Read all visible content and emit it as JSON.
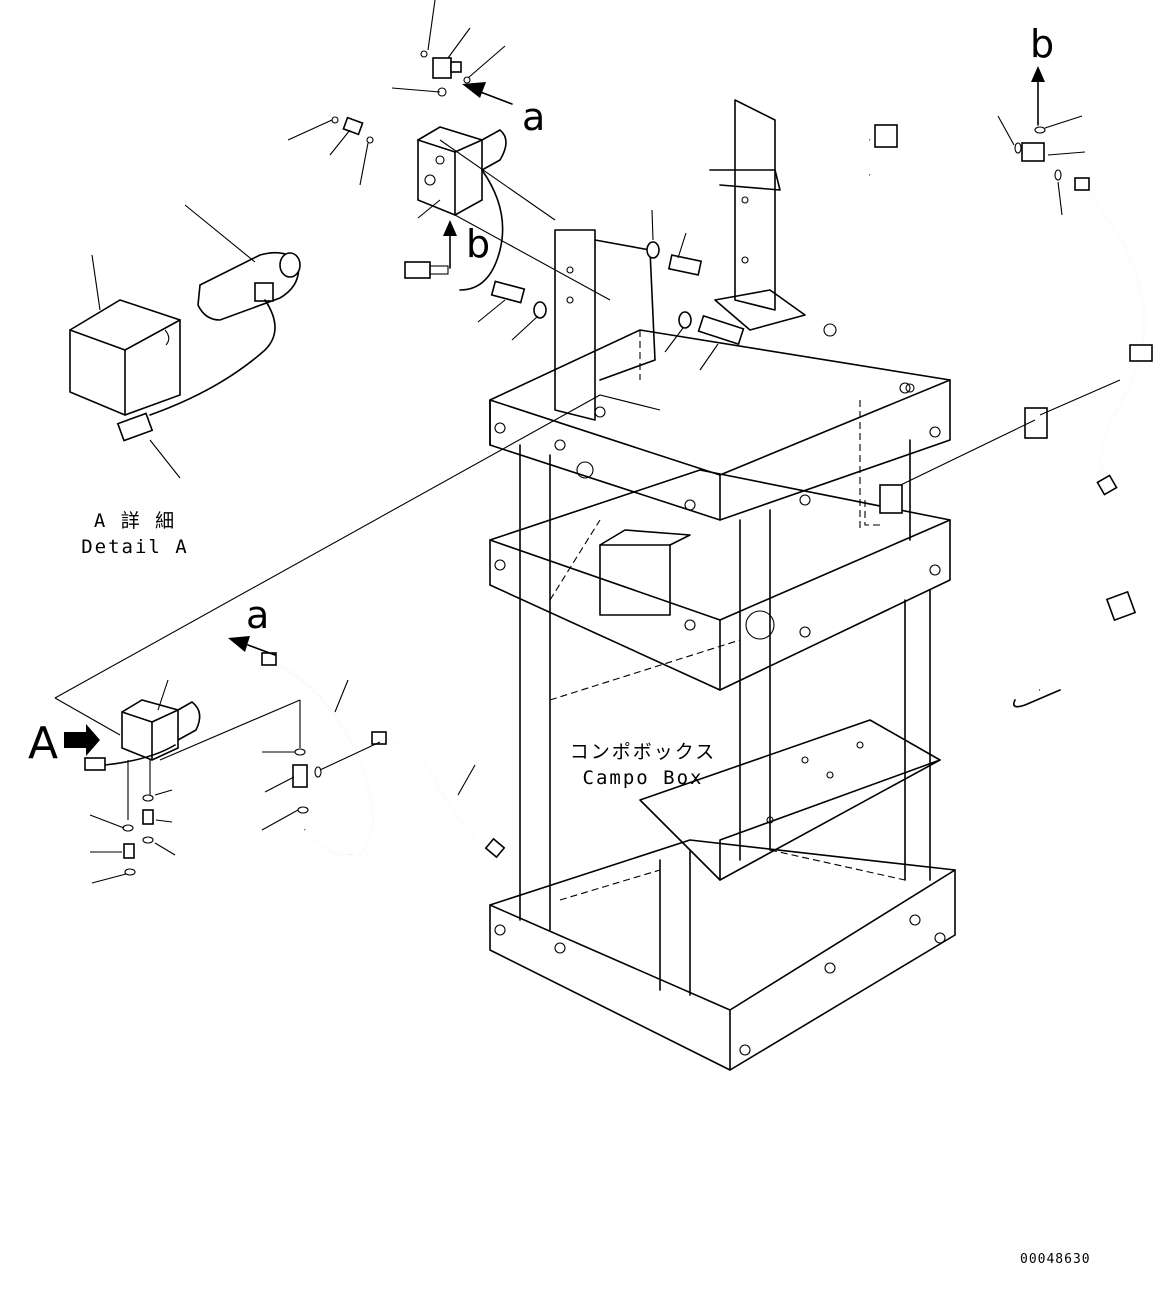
{
  "labels": {
    "callout_a_top": "a",
    "callout_b_top": "b",
    "callout_b_right": "b",
    "callout_a_hose": "a",
    "detail_arrow": "A",
    "detail_jp": "A 詳 細",
    "detail_en": "Detail A",
    "box_jp": "コンポボックス",
    "box_en": "Campo Box",
    "drawing_no": "00048630"
  }
}
